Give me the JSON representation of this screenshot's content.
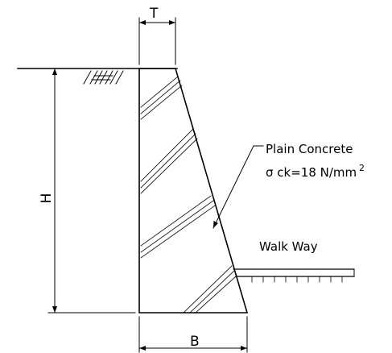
{
  "labels": {
    "top_width": "T",
    "height": "H",
    "base_width": "B",
    "material_line1": "Plain Concrete",
    "material_line2_symbol": "σ",
    "material_line2_text": " ck=18 N/mm",
    "material_line2_sup": "2",
    "walkway": "Walk Way"
  }
}
